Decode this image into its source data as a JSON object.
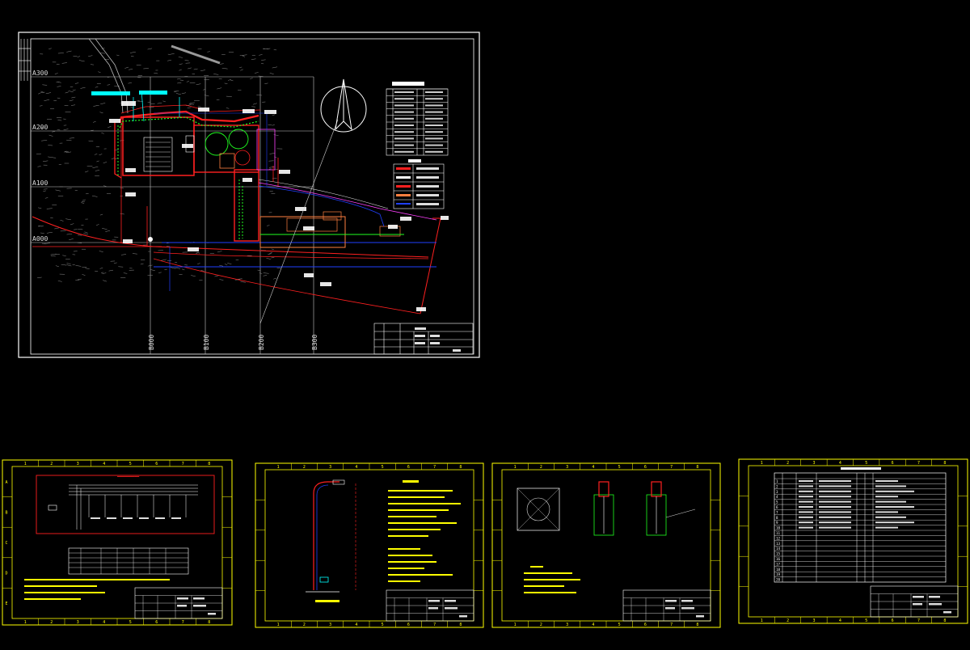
{
  "sheets": {
    "site_plan": {
      "grid_labels_y": [
        "A300",
        "A200",
        "A100",
        "A000"
      ],
      "grid_labels_x": [
        "B000",
        "B100",
        "B200",
        "B300"
      ]
    },
    "sheet_1_zones": [
      "1",
      "2",
      "3",
      "4",
      "5",
      "6",
      "7",
      "8"
    ],
    "sheet_1_rows": [
      "A",
      "B",
      "C",
      "D",
      "E"
    ],
    "sheet_2_zones": [
      "1",
      "2",
      "3",
      "4",
      "5",
      "6",
      "7",
      "8"
    ],
    "sheet_3_zones": [
      "1",
      "2",
      "3",
      "4",
      "5",
      "6",
      "7",
      "8"
    ],
    "sheet_4_zones": [
      "1",
      "2",
      "3",
      "4",
      "5",
      "6",
      "7",
      "8"
    ],
    "sheet_4_table_rows": [
      "1",
      "2",
      "3",
      "4",
      "5",
      "6",
      "7",
      "8",
      "9",
      "10",
      "11",
      "12",
      "13",
      "14",
      "15",
      "16",
      "17",
      "18",
      "19",
      "20"
    ]
  },
  "colors": {
    "background": "#000000",
    "frame": "#ffffff",
    "sheet_frame": "#ffff00",
    "accent_red": "#ff2020",
    "accent_green": "#20ff20",
    "accent_cyan": "#00ffff",
    "accent_blue": "#2040ff",
    "accent_magenta": "#ff40ff",
    "accent_orange": "#ff8040"
  }
}
